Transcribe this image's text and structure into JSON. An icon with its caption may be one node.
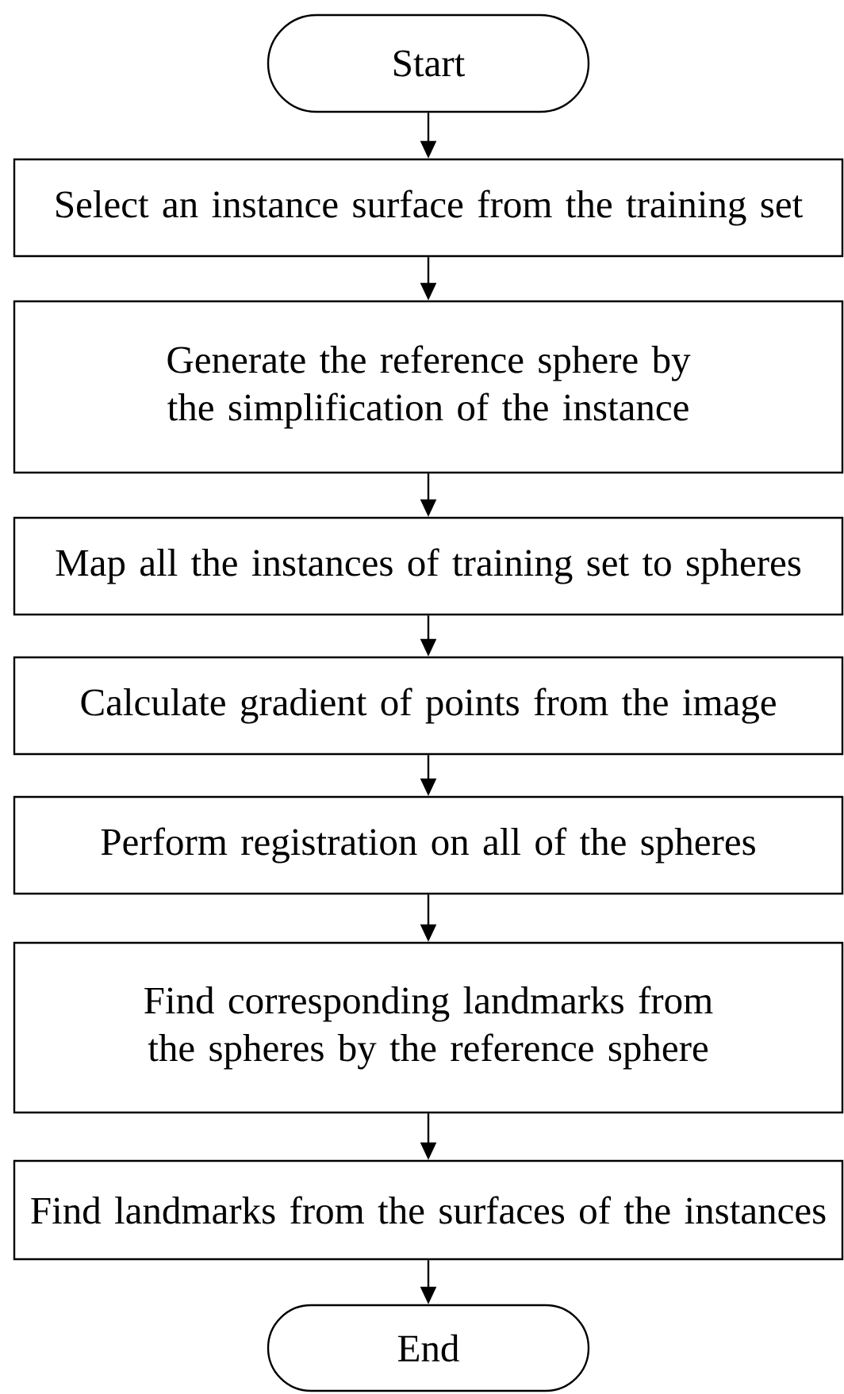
{
  "diagram": {
    "nodes": [
      {
        "text": [
          "Start"
        ]
      },
      {
        "text": [
          "Select an instance surface from the training set"
        ]
      },
      {
        "text": [
          "Generate the reference sphere by the simplification of the instance"
        ]
      },
      {
        "text": [
          "Map all the instances of training set to spheres"
        ]
      },
      {
        "text": [
          "Calculate gradient of points from the image"
        ]
      },
      {
        "text": [
          "Perform registration on all of the spheres"
        ]
      },
      {
        "text": [
          "Find corresponding landmarks from the spheres by the reference sphere"
        ]
      },
      {
        "text": [
          "Find landmarks from the surfaces of the instances"
        ]
      },
      {
        "text": [
          "End"
        ]
      }
    ],
    "edges": [
      {
        "from": 0,
        "to": 1,
        "arrow": "to"
      },
      {
        "from": 1,
        "to": 2,
        "arrow": "to"
      },
      {
        "from": 2,
        "to": 3,
        "arrow": "to"
      },
      {
        "from": 3,
        "to": 4,
        "arrow": "to"
      },
      {
        "from": 4,
        "to": 5,
        "arrow": "to"
      },
      {
        "from": 5,
        "to": 6,
        "arrow": "to"
      },
      {
        "from": 6,
        "to": 7,
        "arrow": "to"
      },
      {
        "from": 7,
        "to": 8,
        "arrow": "to"
      }
    ]
  }
}
